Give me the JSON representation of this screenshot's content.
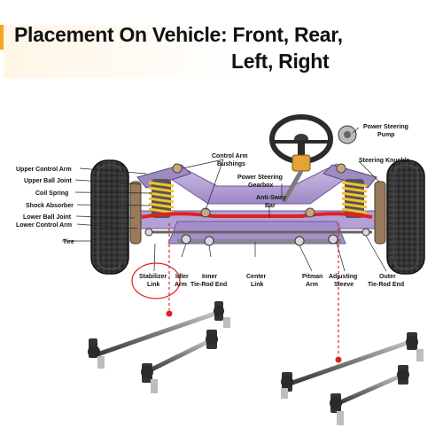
{
  "title": {
    "line1": "Placement On Vehicle: Front, Rear,",
    "line2": "Left, Right"
  },
  "labels": {
    "upper_control_arm": "Upper Control Arm",
    "upper_ball_joint": "Upper Ball Joint",
    "coil_spring": "Coil Spring",
    "shock_absorber": "Shock Absorber",
    "lower_ball_joint": "Lower Ball Joint",
    "lower_control_arm": "Lower Control Arm",
    "tire": "Tire",
    "control_arm_bushings_1": "Control Arm",
    "control_arm_bushings_2": "Bushings",
    "power_steering_gearbox_1": "Power Steering",
    "power_steering_gearbox_2": "Gearbox",
    "anti_sway_bar_1": "Anti-Sway",
    "anti_sway_bar_2": "Bar",
    "power_steering_pump_1": "Power Steering",
    "power_steering_pump_2": "Pump",
    "steering_knuckle": "Steering Knuckle",
    "stabilizer_link_1": "Stabilizer",
    "stabilizer_link_2": "Link",
    "idler_arm_1": "Idler",
    "idler_arm_2": "Arm",
    "inner_tie_rod_1": "Inner",
    "inner_tie_rod_2": "Tie-Rod End",
    "center_link_1": "Center",
    "center_link_2": "Link",
    "pitman_arm_1": "Pitman",
    "pitman_arm_2": "Arm",
    "adjusting_sleeve_1": "Adjusting",
    "adjusting_sleeve_2": "Sleeve",
    "outer_tie_rod_1": "Outer",
    "outer_tie_rod_2": "Tie-Rod End"
  },
  "colors": {
    "accent": "#f5a623",
    "marker_red": "#e02020",
    "frame_purple": "#b9a6d8",
    "spring_yellow": "#f2c230",
    "tire_dark": "#2a2a2a",
    "metal": "#8c8c8c"
  }
}
